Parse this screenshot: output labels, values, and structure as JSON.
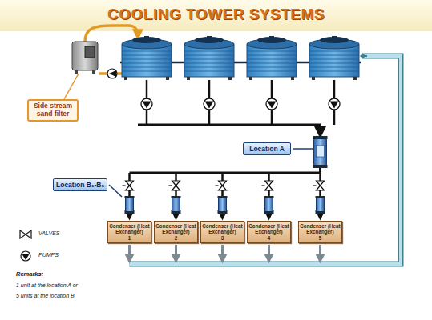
{
  "diagram": {
    "title": "COOLING TOWER SYSTEMS",
    "nodes": [
      {
        "text": [
          "Side stream sand filter"
        ]
      },
      {
        "text": [
          "Location A"
        ]
      },
      {
        "text": [
          "Location B₁-B₅"
        ]
      },
      {
        "text": [
          "Condenser (Heat Exchanger)",
          "1"
        ]
      },
      {
        "text": [
          "Condenser (Heat Exchanger)",
          "2"
        ]
      },
      {
        "text": [
          "Condenser (Heat Exchanger)",
          "3"
        ]
      },
      {
        "text": [
          "Condenser (Heat Exchanger)",
          "4"
        ]
      },
      {
        "text": [
          "Condenser (Heat Exchanger)",
          "5"
        ]
      }
    ],
    "labels": [
      "Remarks:",
      "1 unit at the location A or",
      "5 units at the location B"
    ],
    "legend": [
      {
        "text": "VALVES"
      },
      {
        "text": "PUMPS"
      }
    ]
  }
}
